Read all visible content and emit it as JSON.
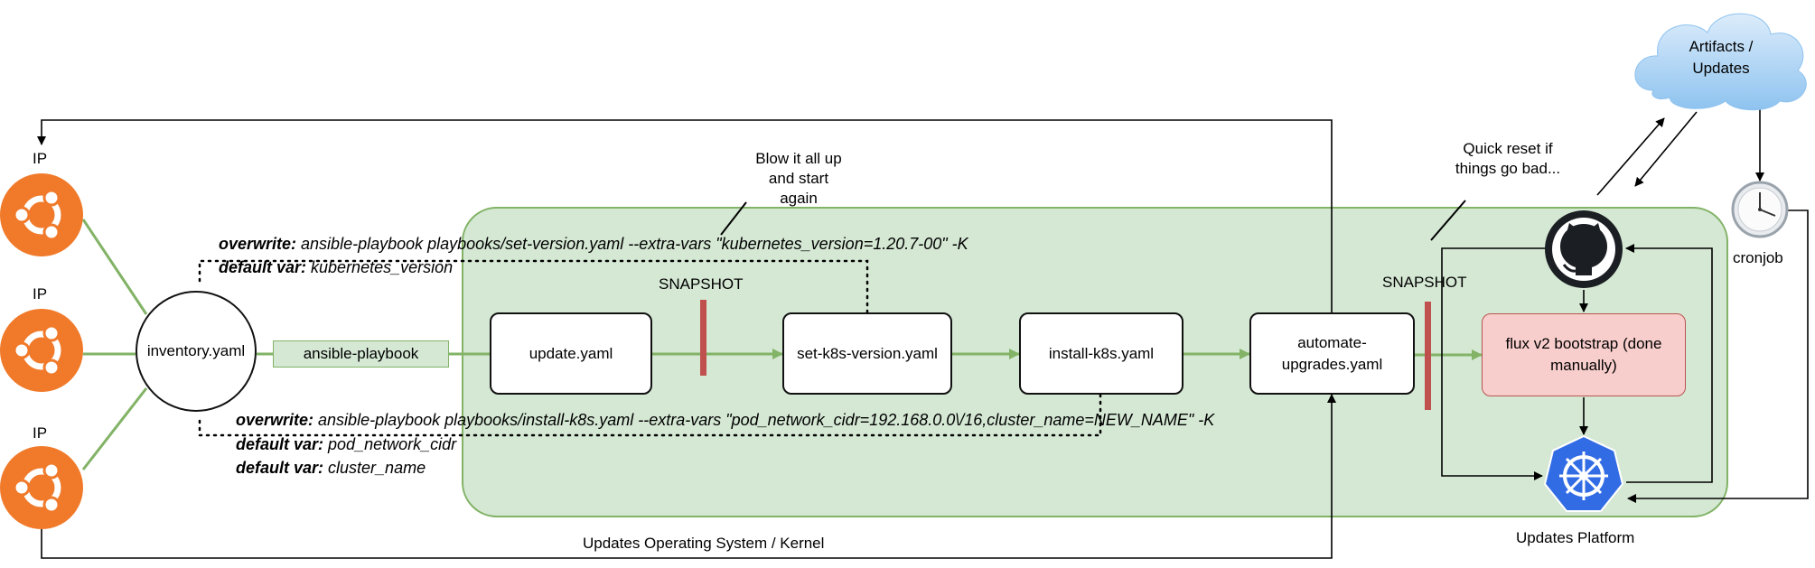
{
  "hosts": [
    {
      "label": "IP",
      "icon": "ubuntu-icon"
    },
    {
      "label": "IP",
      "icon": "ubuntu-icon"
    },
    {
      "label": "IP",
      "icon": "ubuntu-icon"
    }
  ],
  "inventory": "inventory.yaml",
  "ansible": "ansible-playbook",
  "steps": {
    "update": "update.yaml",
    "set_version": "set-k8s-version.yaml",
    "install": "install-k8s.yaml",
    "automate": "automate-upgrades.yaml",
    "flux": "flux v2 bootstrap (done manually)"
  },
  "snapshot_1": "SNAPSHOT",
  "snapshot_2": "SNAPSHOT",
  "notes": {
    "blow": "Blow it all up and start again",
    "reset": "Quick reset if things go bad..."
  },
  "top_cmd": {
    "overwrite_key": "overwrite:",
    "overwrite_val": " ansible-playbook playbooks/set-version.yaml --extra-vars \"kubernetes_version=1.20.7-00\" -K",
    "default_key": "default var:",
    "default_val": " kubernetes_version"
  },
  "bottom_cmd": {
    "overwrite_key": "overwrite:",
    "overwrite_val": " ansible-playbook playbooks/install-k8s.yaml --extra-vars \"pod_network_cidr=192.168.0.0\\/16,cluster_name=NEW_NAME\" -K",
    "default1_key": "default var:",
    "default1_val": " pod_network_cidr",
    "default2_key": "default var:",
    "default2_val": " cluster_name"
  },
  "artifacts": "Artifacts / Updates",
  "cronjob": "cronjob",
  "updates_os": "Updates Operating System / Kernel",
  "updates_platform": "Updates Platform",
  "colors": {
    "ubuntu": "#f07a2a",
    "green_fill": "#d5e8d4",
    "green_stroke": "#82b366",
    "red_fill": "#f8cecc",
    "red_stroke": "#b85450",
    "snapshot_bar": "#c0504d",
    "k8s_blue": "#326ce5",
    "cloud": "#a9d1f2"
  }
}
